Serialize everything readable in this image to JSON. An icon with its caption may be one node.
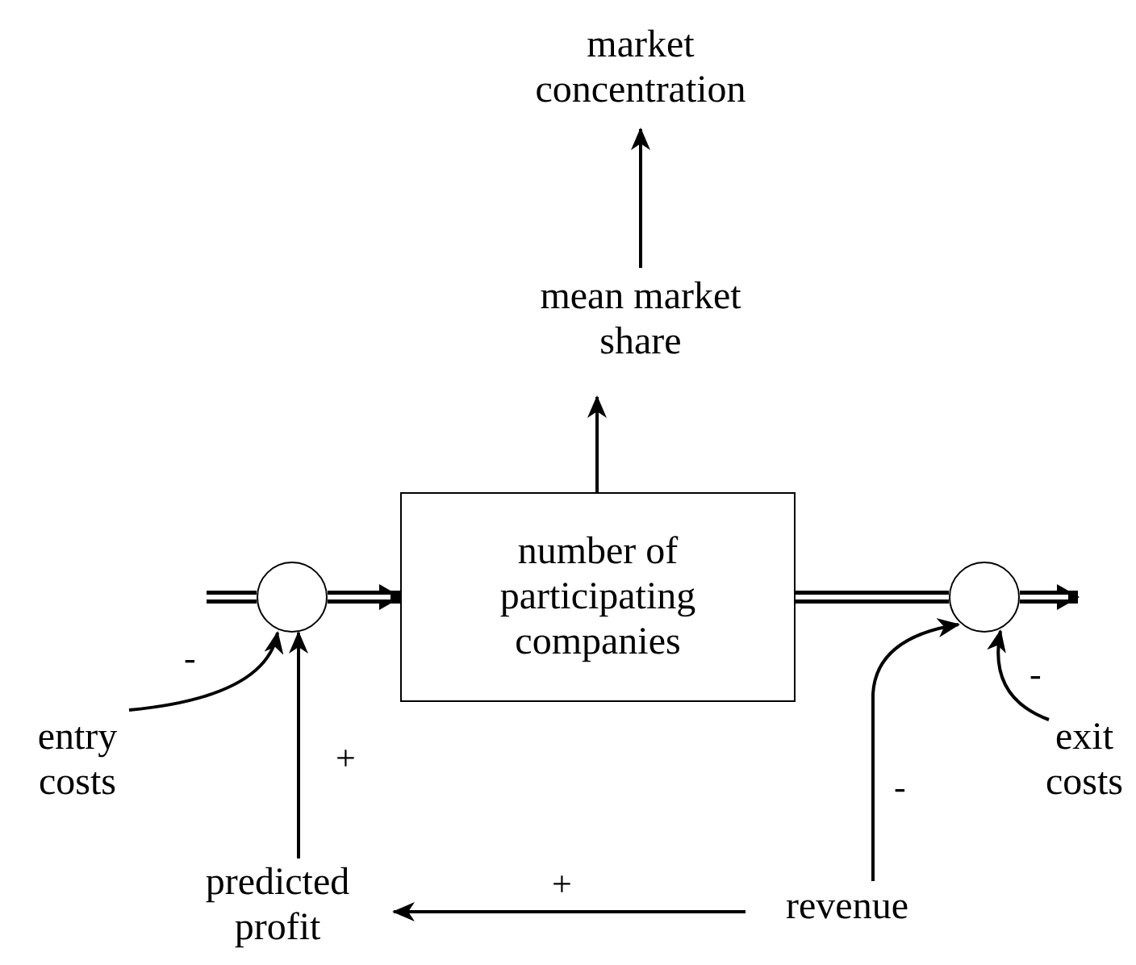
{
  "diagram": {
    "nodes": [
      {
        "text": [
          "market concentration"
        ]
      },
      {
        "text": [
          "mean market share"
        ]
      },
      {
        "text": [
          "number of participating companies"
        ]
      },
      {
        "text": [],
        "shape": "circle"
      },
      {
        "text": [],
        "shape": "circle"
      },
      {
        "text": [
          "entry costs"
        ]
      },
      {
        "text": [
          "predicted profit"
        ]
      },
      {
        "text": [
          "revenue"
        ]
      },
      {
        "text": [
          "exit costs"
        ]
      }
    ],
    "edges": [
      {
        "from": null,
        "to": 3,
        "arrow": "none",
        "style": "thick"
      },
      {
        "from": 3,
        "to": 2,
        "arrow": "to",
        "style": "thick"
      },
      {
        "from": 2,
        "to": 4,
        "arrow": "none",
        "style": "thick"
      },
      {
        "from": 4,
        "to": null,
        "arrow": "to",
        "style": "thick"
      },
      {
        "from": 1,
        "to": 0,
        "arrow": "to"
      },
      {
        "from": 2,
        "to": 1,
        "arrow": "to"
      },
      {
        "from": 5,
        "to": 3,
        "arrow": "to",
        "label": "-"
      },
      {
        "from": 6,
        "to": 3,
        "arrow": "to",
        "label": "+"
      },
      {
        "from": 7,
        "to": 6,
        "arrow": "to",
        "label": "+"
      },
      {
        "from": 7,
        "to": 4,
        "arrow": "to",
        "label": "-"
      },
      {
        "from": 8,
        "to": 4,
        "arrow": "to",
        "label": "-"
      }
    ]
  }
}
